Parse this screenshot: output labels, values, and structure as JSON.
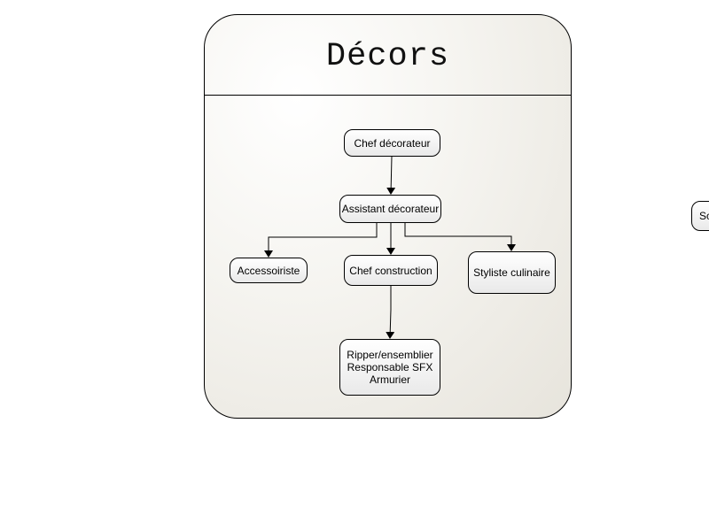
{
  "diagram": {
    "title": "Décors",
    "nodes": {
      "chef_decorateur": "Chef décorateur",
      "assistant_decorateur": "Assistant décorateur",
      "accessoiriste": "Accessoiriste",
      "chef_construction": "Chef construction",
      "styliste_culinaire": "Styliste culinaire",
      "ripper_lines": [
        "Ripper/ensemblier",
        "Responsable SFX",
        "Armurier"
      ],
      "offscreen_partial": "Sc"
    },
    "edges": [
      {
        "from": "chef_decorateur",
        "to": "assistant_decorateur"
      },
      {
        "from": "assistant_decorateur",
        "to": "accessoiriste"
      },
      {
        "from": "assistant_decorateur",
        "to": "chef_construction"
      },
      {
        "from": "assistant_decorateur",
        "to": "styliste_culinaire"
      },
      {
        "from": "chef_construction",
        "to": "ripper_lines"
      }
    ]
  }
}
